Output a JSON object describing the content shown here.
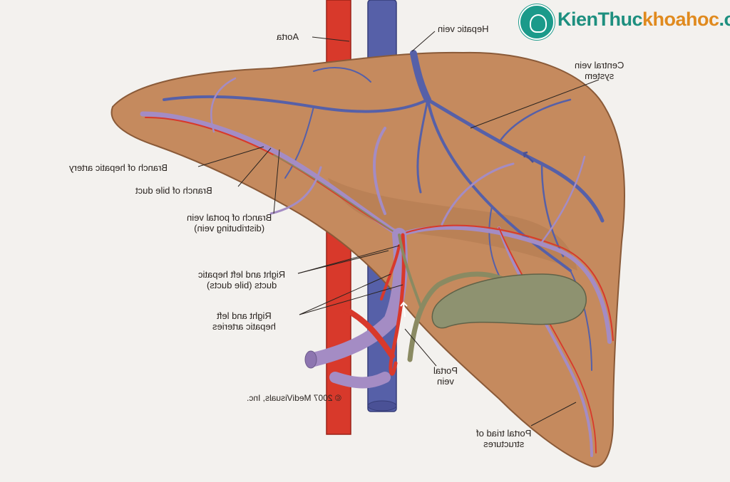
{
  "logo": {
    "part1": "KienThuc",
    "part2": "khoahoc",
    "part3": ".org"
  },
  "labels": {
    "aorta": "Aorta",
    "hepatic_vein": "Hepatic vein",
    "central_vein_1": "Central vein",
    "central_vein_2": "system",
    "branch_hepatic_artery": "Branch of hepatic artery",
    "branch_bile_duct": "Branch of bile duct",
    "branch_portal_1": "Branch of portal vein",
    "branch_portal_2": "(distributing vein)",
    "hepatic_ducts_1": "Right and left hepatic",
    "hepatic_ducts_2": "ducts (bile ducts)",
    "hepatic_arteries_1": "Right and left",
    "hepatic_arteries_2": "hepatic arteries",
    "portal_vein_1": "Portal",
    "portal_vein_2": "vein",
    "portal_triad_1": "Portal triad of",
    "portal_triad_2": "structures",
    "copyright": "© 2007 MediVisuals, Inc."
  },
  "colors": {
    "liver": "#c58a5e",
    "liver_edge": "#8a5a38",
    "aorta": "#d8392b",
    "vein": "#5660a8",
    "portal": "#a48cc4",
    "bile": "#8a8a62",
    "gallbladder": "#8e9270"
  }
}
